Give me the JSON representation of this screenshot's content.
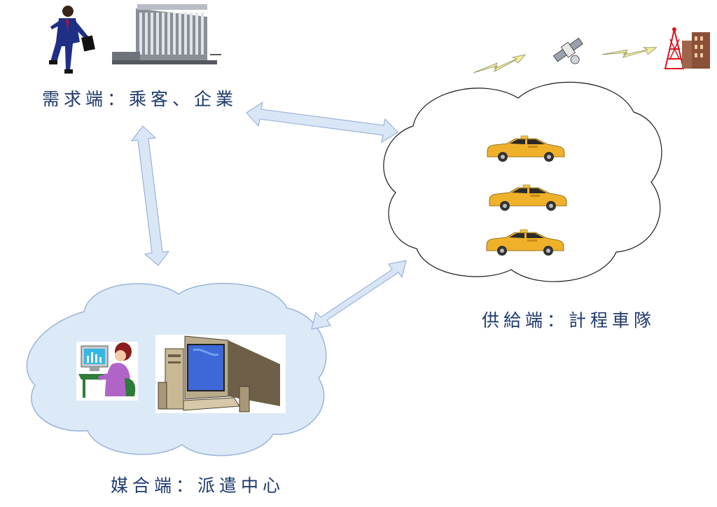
{
  "labels": {
    "demand_side": "需求端：乘客、企業",
    "supply_side": "供給端：計程車隊",
    "matching_side": "媒合端：派遣中心"
  },
  "nodes": [
    {
      "id": "demand",
      "icons": [
        "businessman-icon",
        "office-building-icon"
      ]
    },
    {
      "id": "supply",
      "icons": [
        "lightning-icon",
        "satellite-icon",
        "lightning-icon",
        "radio-tower-icon",
        "taxi-icon",
        "taxi-icon",
        "taxi-icon"
      ]
    },
    {
      "id": "matching",
      "icons": [
        "operator-at-computer-icon",
        "desktop-computer-icon"
      ]
    }
  ],
  "edges": [
    {
      "from": "demand",
      "to": "supply",
      "type": "bidirectional"
    },
    {
      "from": "demand",
      "to": "matching",
      "type": "bidirectional"
    },
    {
      "from": "matching",
      "to": "supply",
      "type": "bidirectional"
    }
  ],
  "colors": {
    "label_text": "#1f3a6e",
    "matching_cloud_fill": "#dce9f7",
    "arrow_fill": "#d9e6f6",
    "arrow_stroke": "#9ab4d9",
    "taxi_body": "#f0b12a"
  }
}
